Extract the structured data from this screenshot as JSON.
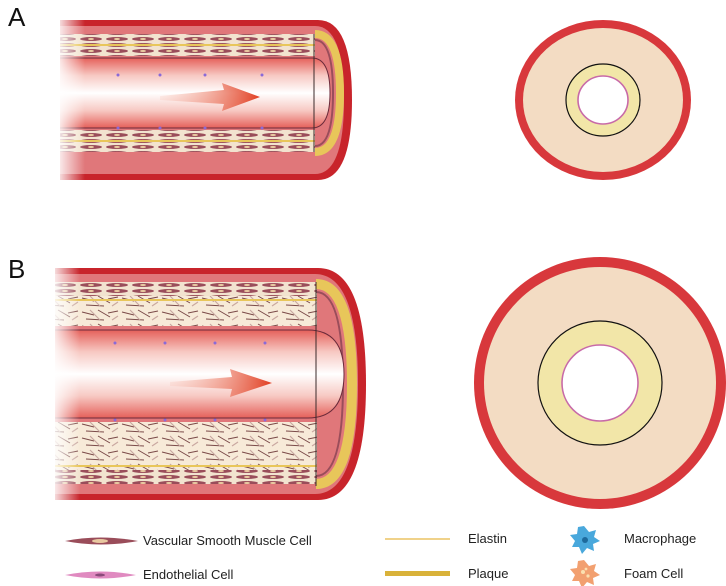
{
  "panels": [
    {
      "label": "A"
    },
    {
      "label": "B"
    }
  ],
  "legend": [
    {
      "label": "Vascular Smooth Muscle Cell",
      "icon": "smooth-muscle-cell-icon"
    },
    {
      "label": "Endothelial Cell",
      "icon": "endothelial-cell-icon"
    },
    {
      "label": "Elastin",
      "icon": "elastin-line-icon"
    },
    {
      "label": "Plaque",
      "icon": "plaque-bar-icon"
    },
    {
      "label": "Macrophage",
      "icon": "macrophage-icon"
    },
    {
      "label": "Foam Cell",
      "icon": "foam-cell-icon"
    }
  ],
  "colors": {
    "vessel_wall": "#c8242b",
    "vessel_outer": "#e2787a",
    "media": "#f3dcc3",
    "plaque": "#e8c65a",
    "elastin": "#f0d28a",
    "smooth_muscle": "#8a3a4a",
    "endothelium": "#d86aa8",
    "lumen_glow": "#f5a9a2",
    "arrow": "#e24a2e",
    "macrophage": "#49a8dc",
    "foam_cell": "#f2a070"
  }
}
